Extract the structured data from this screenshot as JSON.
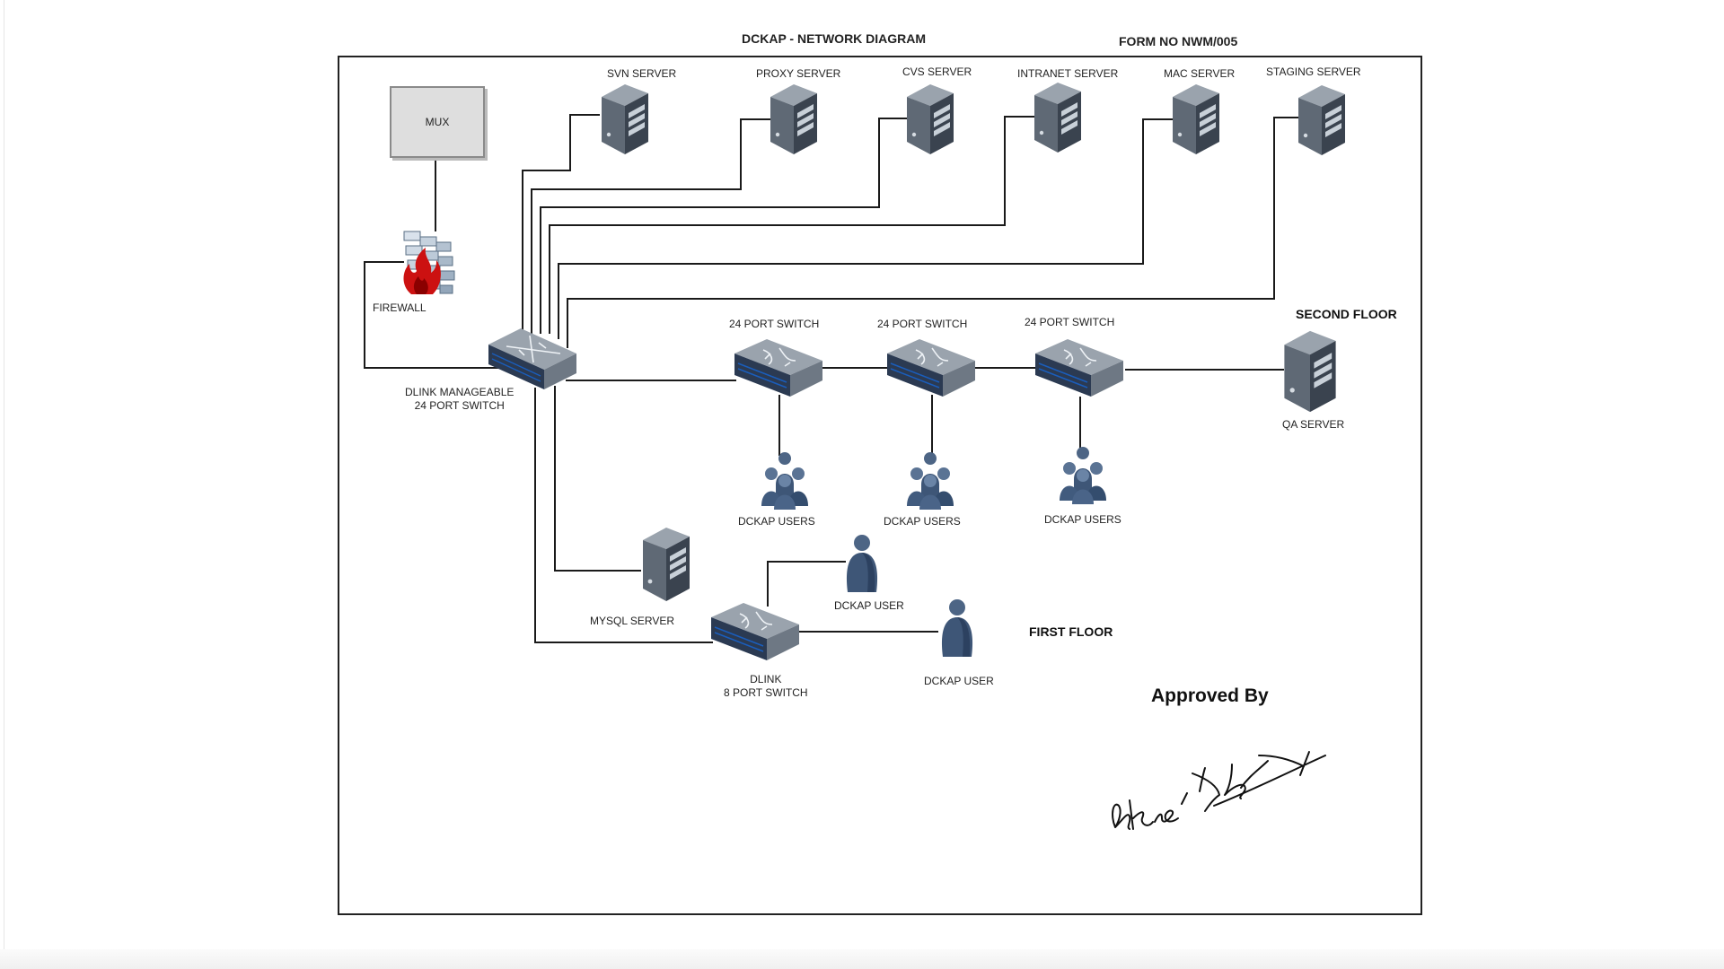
{
  "title": "DCKAP - NETWORK DIAGRAM",
  "form_no": "FORM NO NWM/005",
  "mux": "MUX",
  "firewall": "FIREWALL",
  "core_switch": [
    "DLINK MANAGEABLE",
    "24 PORT SWITCH"
  ],
  "servers": {
    "svn": "SVN SERVER",
    "proxy": "PROXY SERVER",
    "cvs": "CVS SERVER",
    "intranet": "INTRANET SERVER",
    "mac": "MAC SERVER",
    "staging": "STAGING SERVER",
    "qa": "QA SERVER",
    "mysql": "MYSQL SERVER"
  },
  "switch_24": "24 PORT SWITCH",
  "dckap_users": "DCKAP USERS",
  "dckap_user": "DCKAP USER",
  "small_switch": [
    "DLINK",
    "8 PORT SWITCH"
  ],
  "second_floor": "SECOND FLOOR",
  "first_floor": "FIRST FLOOR",
  "approved_by": "Approved By",
  "icons": {
    "server": "server-icon",
    "switch": "network-switch-icon",
    "firewall": "firewall-icon",
    "user_group": "user-group-icon",
    "user": "user-icon",
    "signature": "signature-icon"
  }
}
